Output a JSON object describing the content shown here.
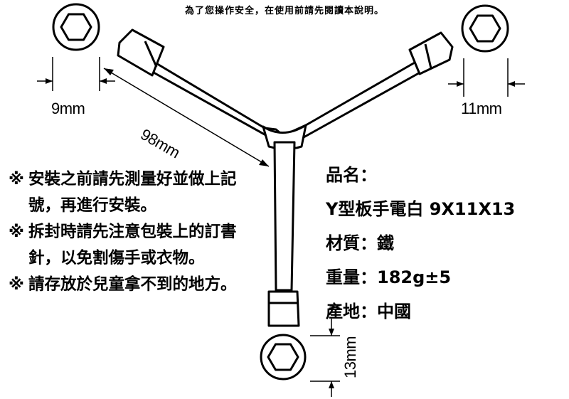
{
  "notice": "為了您操作安全，在使用前請先閱讀本說明。",
  "dimensions": {
    "left_socket": "9mm",
    "right_socket": "11mm",
    "bottom_socket": "13mm",
    "arm_length": "98mm"
  },
  "notes": [
    {
      "mark": "※",
      "text": "安裝之前請先測量好並做上記號，再進行安裝。"
    },
    {
      "mark": "※",
      "text": "拆封時請先注意包裝上的訂書針，以免割傷手或衣物。"
    },
    {
      "mark": "※",
      "text": "請存放於兒童拿不到的地方。"
    }
  ],
  "specs": [
    {
      "text": "品名："
    },
    {
      "text": "Y型板手電白 9X11X13"
    },
    {
      "text": "材質：鐵"
    },
    {
      "text": "重量：182g±5"
    },
    {
      "text": "產地：中國"
    }
  ]
}
